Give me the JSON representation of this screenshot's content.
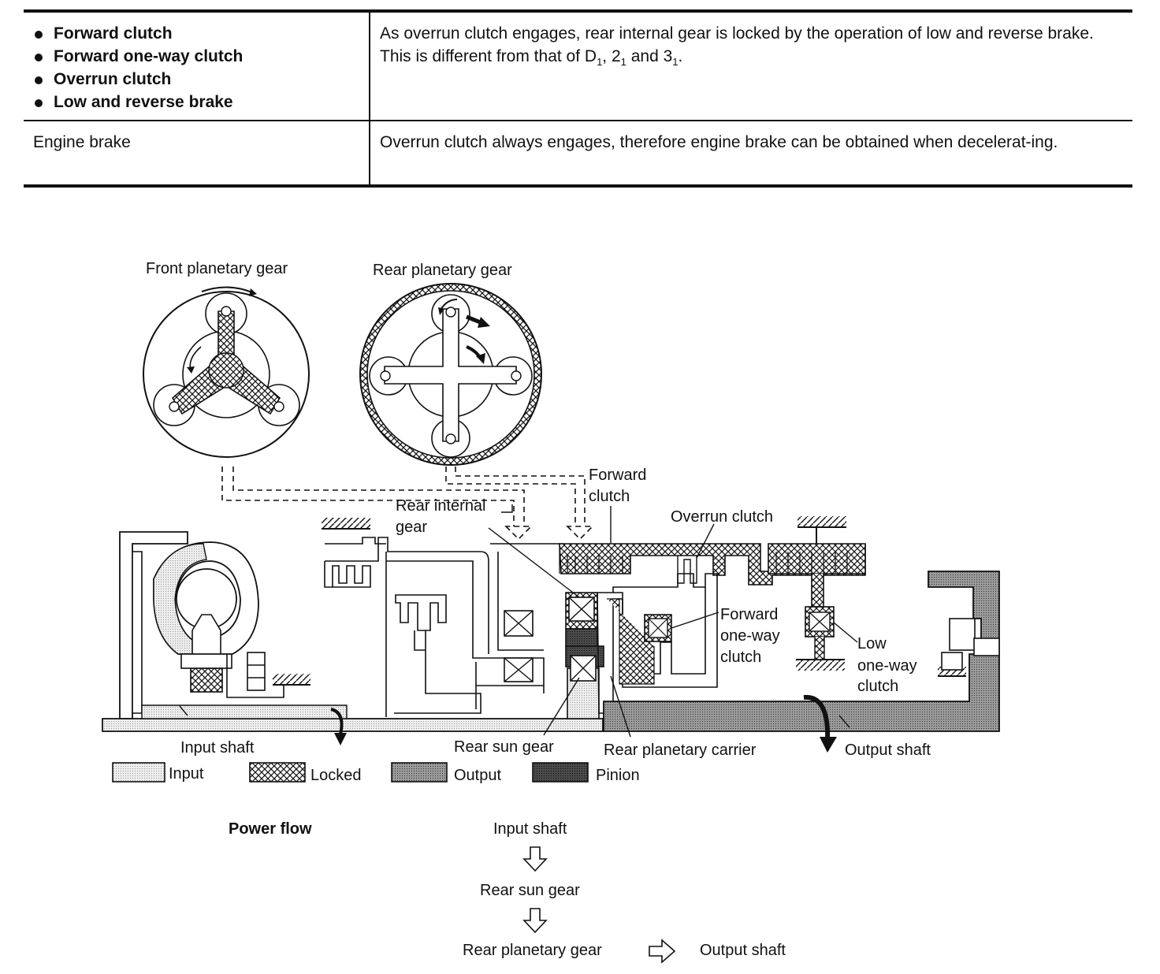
{
  "table": {
    "row1": {
      "items": [
        "Forward clutch",
        "Forward one-way clutch",
        "Overrun clutch",
        "Low and reverse brake"
      ],
      "desc_line1": "As overrun clutch engages, rear internal gear is locked by the operation of low and reverse brake.",
      "desc_line2_pre": "This is different from that of D",
      "sub1": "1",
      "sep1": ", 2",
      "sub2": "1",
      "sep2": " and 3",
      "sub3": "1",
      "end": "."
    },
    "row2": {
      "label": "Engine brake",
      "desc": "Overrun clutch always engages, therefore engine brake can be obtained when decelerat-ing."
    }
  },
  "diagram": {
    "front_planetary_gear": "Front planetary gear",
    "rear_planetary_gear": "Rear planetary gear",
    "forward_clutch_1": "Forward",
    "forward_clutch_2": "clutch",
    "rear_internal_gear_1": "Rear internal",
    "rear_internal_gear_2": "gear",
    "overrun_clutch": "Overrun clutch",
    "forward_one_way_1": "Forward",
    "forward_one_way_2": "one-way",
    "forward_one_way_3": "clutch",
    "low_one_way_1": "Low",
    "low_one_way_2": "one-way",
    "low_one_way_3": "clutch",
    "input_shaft": "Input shaft",
    "rear_sun_gear": "Rear sun gear",
    "rear_planetary_carrier": "Rear planetary carrier",
    "output_shaft": "Output shaft"
  },
  "legend": {
    "input": "Input",
    "locked": "Locked",
    "output": "Output",
    "pinion": "Pinion"
  },
  "power_flow": {
    "title": "Power flow",
    "step1": "Input shaft",
    "step2": "Rear sun gear",
    "step3": "Rear planetary gear",
    "step4": "Output shaft"
  },
  "colors": {
    "input_fill": "#e4e4e4",
    "output_fill": "#8a8a8a",
    "pinion_fill": "#3c3c3c",
    "line": "#111111"
  }
}
